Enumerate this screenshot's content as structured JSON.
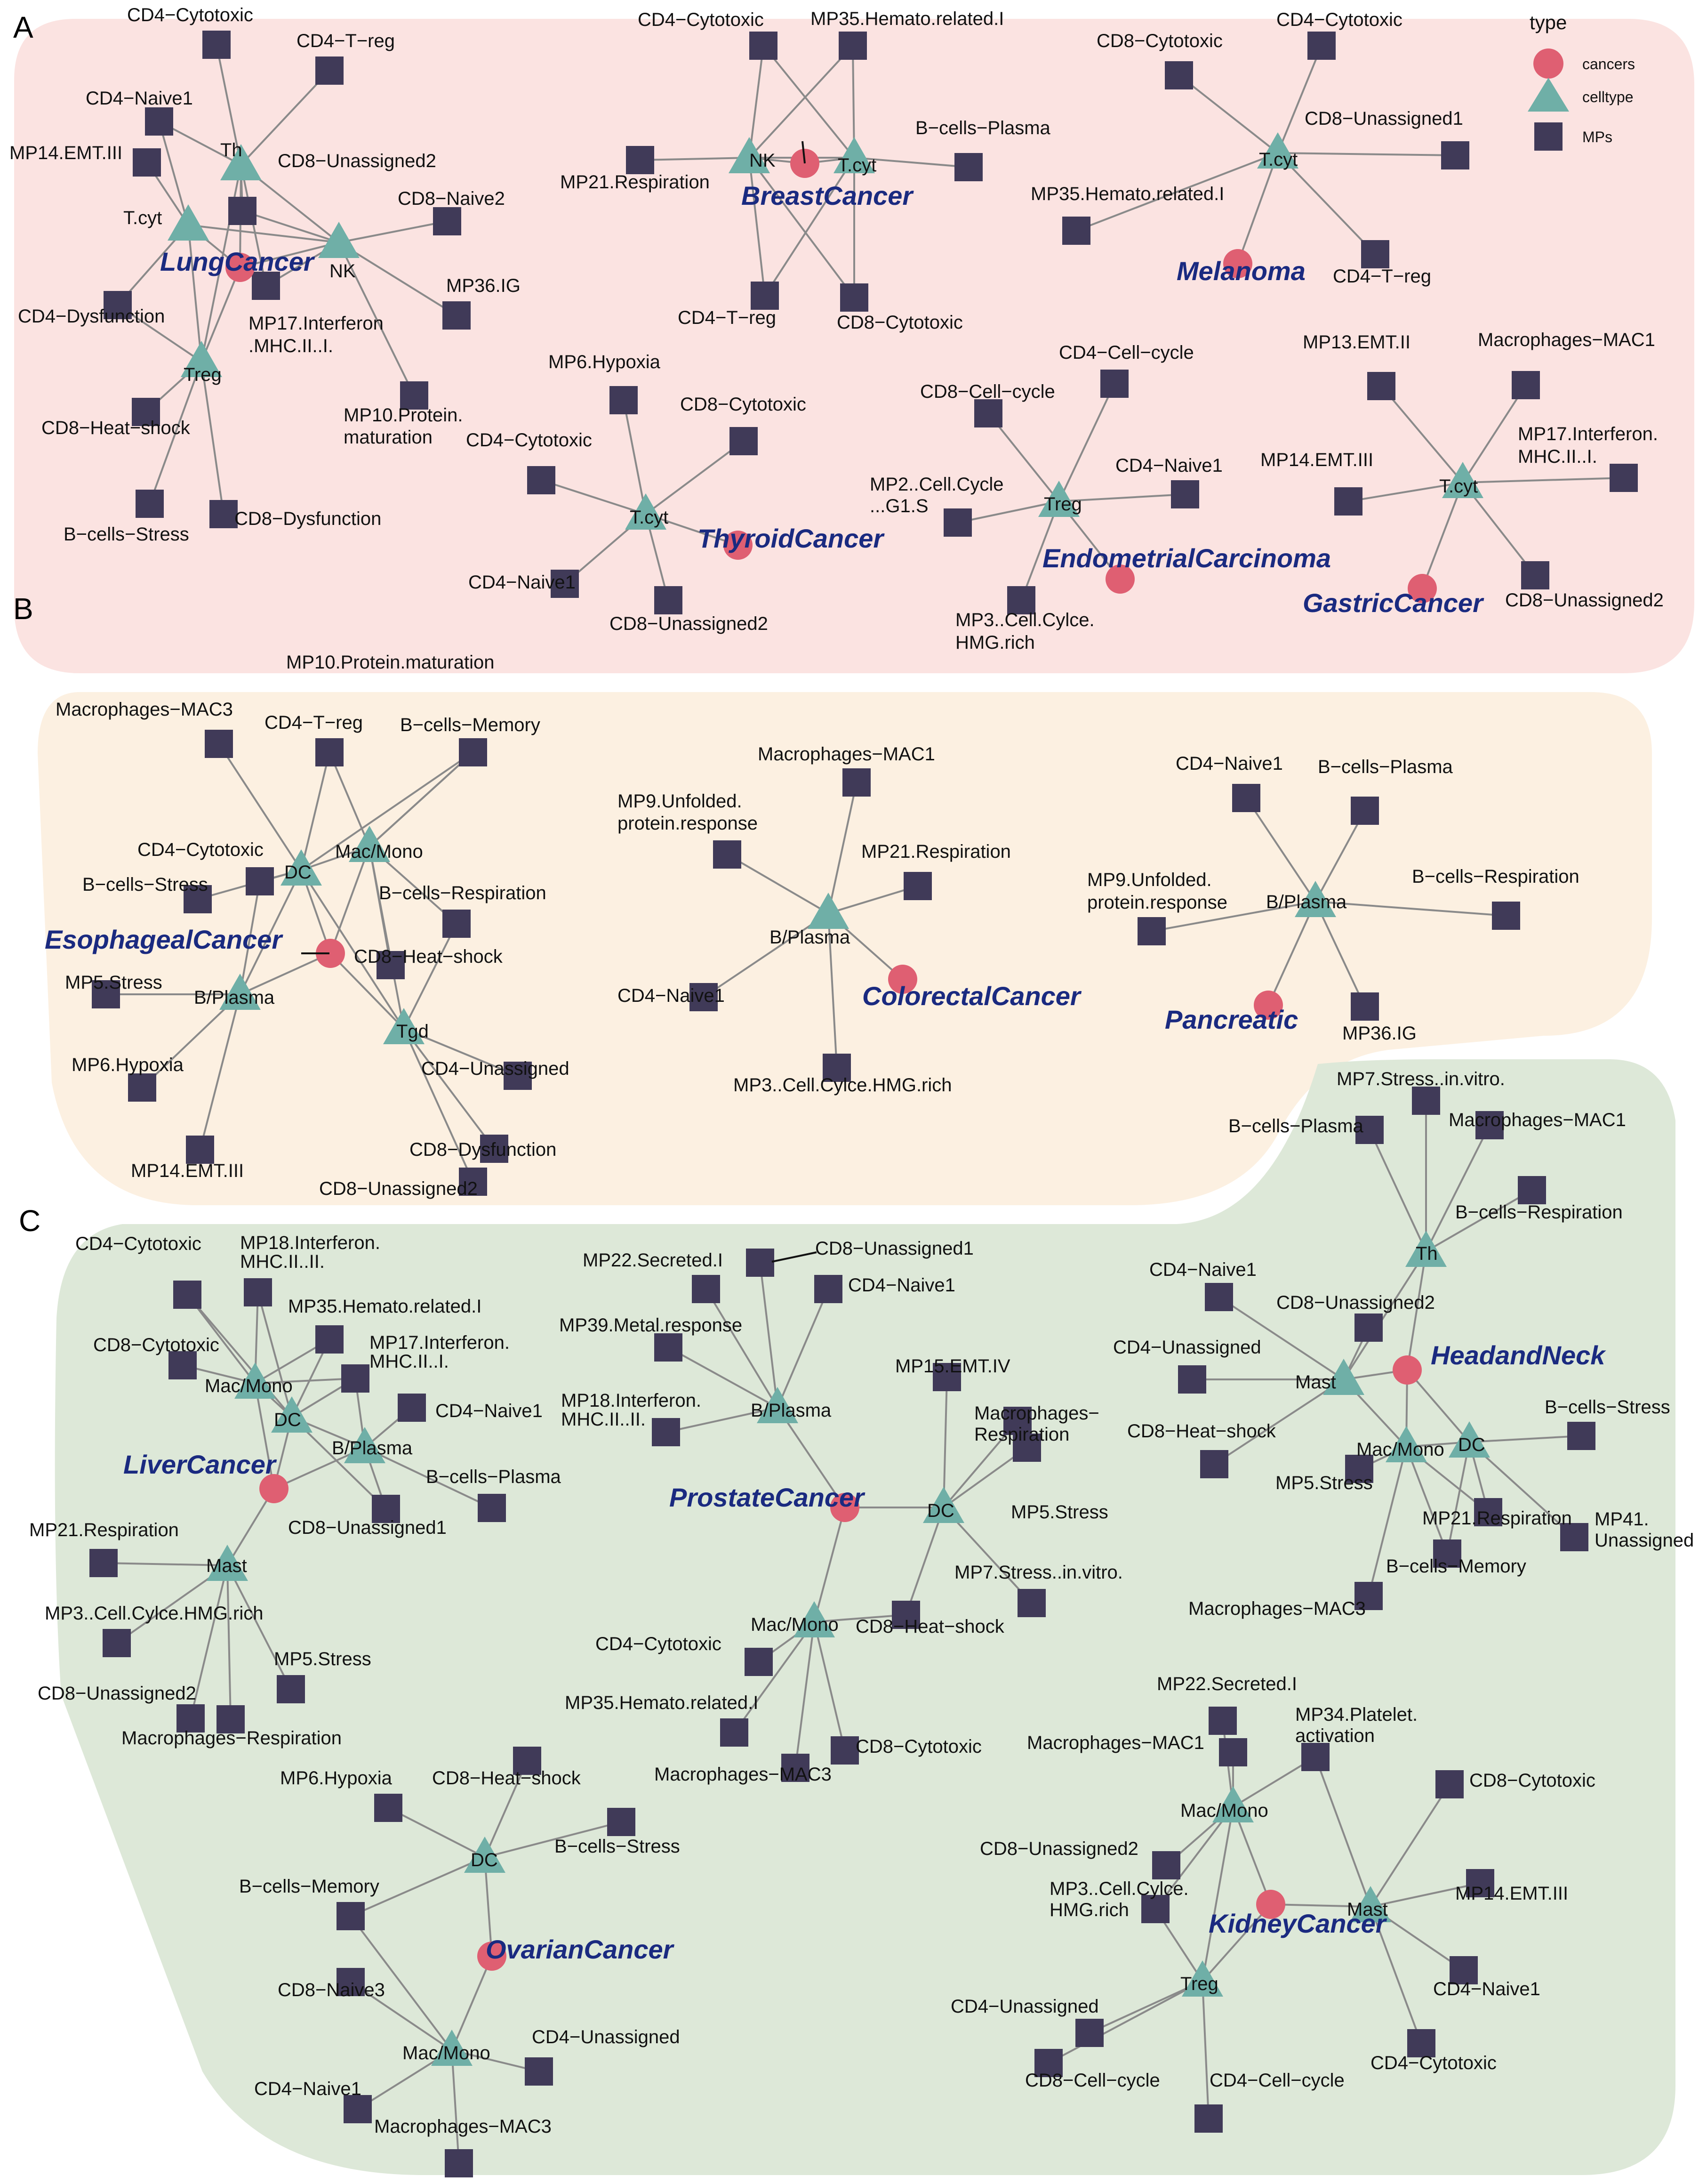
{
  "legend": {
    "title": "type",
    "items": [
      {
        "shape": "circle",
        "label": "cancers"
      },
      {
        "shape": "triangle",
        "label": "celltype"
      },
      {
        "shape": "square",
        "label": "MPs"
      }
    ]
  },
  "colors": {
    "cancer": "#df5f72",
    "celltype": "#6fafa7",
    "mp": "#403a58",
    "edge": "#8a8a8a",
    "cancer_label": "#1a2a80",
    "panel_A": "#fbe3e1",
    "panel_B": "#fcf0e1",
    "panel_C": "#dde8d8"
  },
  "panels": [
    {
      "id": "A",
      "label": "A"
    },
    {
      "id": "B",
      "label": "B"
    },
    {
      "id": "C",
      "label": "C"
    }
  ],
  "networks": [
    {
      "id": "lung",
      "cancer": {
        "label": "LungCancer"
      },
      "celltypes": [
        {
          "id": "th",
          "label": "Th"
        },
        {
          "id": "tcyt",
          "label": "T.cyt"
        },
        {
          "id": "nk",
          "label": "NK"
        },
        {
          "id": "treg",
          "label": "Treg"
        }
      ],
      "mps": [
        {
          "id": "cd4cyto",
          "label": "CD4−Cytotoxic"
        },
        {
          "id": "cd4treg",
          "label": "CD4−T−reg"
        },
        {
          "id": "cd4naive1",
          "label": "CD4−Naive1"
        },
        {
          "id": "mp14",
          "label": "MP14.EMT.III"
        },
        {
          "id": "cd8un2",
          "label": "CD8−Unassigned2"
        },
        {
          "id": "cd8naive2",
          "label": "CD8−Naive2"
        },
        {
          "id": "mp36",
          "label": "MP36.IG"
        },
        {
          "id": "cd4dys",
          "label": "CD4−Dysfunction"
        },
        {
          "id": "mp17",
          "label": "MP17.Interferon .MHC.II..I."
        },
        {
          "id": "mp10",
          "label": "MP10.Protein. maturation"
        },
        {
          "id": "cd8heat",
          "label": "CD8−Heat−shock"
        },
        {
          "id": "bstress",
          "label": "B−cells−Stress"
        },
        {
          "id": "cd8dys",
          "label": "CD8−Dysfunction"
        }
      ]
    },
    {
      "id": "breast",
      "cancer": {
        "label": "BreastCancer"
      },
      "celltypes": [
        {
          "id": "nk",
          "label": "NK"
        },
        {
          "id": "tcyt",
          "label": "T.cyt"
        }
      ],
      "mps": [
        {
          "id": "cd4cyto",
          "label": "CD4−Cytotoxic"
        },
        {
          "id": "mp35",
          "label": "MP35.Hemato.related.I"
        },
        {
          "id": "bplasma",
          "label": "B−cells−Plasma"
        },
        {
          "id": "mp21",
          "label": "MP21.Respiration"
        },
        {
          "id": "cd4treg",
          "label": "CD4−T−reg"
        },
        {
          "id": "cd8cyto",
          "label": "CD8−Cytotoxic"
        }
      ]
    },
    {
      "id": "melanoma",
      "cancer": {
        "label": "Melanoma"
      },
      "celltypes": [
        {
          "id": "tcyt",
          "label": "T.cyt"
        }
      ],
      "mps": [
        {
          "id": "cd8cyto",
          "label": "CD8−Cytotoxic"
        },
        {
          "id": "cd4cyto",
          "label": "CD4−Cytotoxic"
        },
        {
          "id": "cd8un1",
          "label": "CD8−Unassigned1"
        },
        {
          "id": "mp35",
          "label": "MP35.Hemato.related.I"
        },
        {
          "id": "cd4treg",
          "label": "CD4−T−reg"
        }
      ]
    },
    {
      "id": "thyroid",
      "cancer": {
        "label": "ThyroidCancer"
      },
      "celltypes": [
        {
          "id": "tcyt",
          "label": "T.cyt"
        }
      ],
      "mps": [
        {
          "id": "mp6",
          "label": "MP6.Hypoxia"
        },
        {
          "id": "cd8cyto",
          "label": "CD8−Cytotoxic"
        },
        {
          "id": "cd4cyto",
          "label": "CD4−Cytotoxic"
        },
        {
          "id": "cd4naive1",
          "label": "CD4−Naive1"
        },
        {
          "id": "cd8un2",
          "label": "CD8−Unassigned2"
        }
      ]
    },
    {
      "id": "endometrial",
      "cancer": {
        "label": "EndometrialCarcinoma"
      },
      "celltypes": [
        {
          "id": "treg",
          "label": "Treg"
        }
      ],
      "mps": [
        {
          "id": "cd4cc",
          "label": "CD4−Cell−cycle"
        },
        {
          "id": "cd8cc",
          "label": "CD8−Cell−cycle"
        },
        {
          "id": "cd4naive1",
          "label": "CD4−Naive1"
        },
        {
          "id": "mp2",
          "label": "MP2..Cell.Cycle ...G1.S"
        },
        {
          "id": "mp3",
          "label": "MP3..Cell.Cylce. HMG.rich"
        }
      ]
    },
    {
      "id": "gastric",
      "cancer": {
        "label": "GastricCancer"
      },
      "celltypes": [
        {
          "id": "tcyt",
          "label": "T.cyt"
        }
      ],
      "mps": [
        {
          "id": "mp13",
          "label": "MP13.EMT.II"
        },
        {
          "id": "mac1",
          "label": "Macrophages−MAC1"
        },
        {
          "id": "mp14",
          "label": "MP14.EMT.III"
        },
        {
          "id": "mp17",
          "label": "MP17.Interferon. MHC.II..I."
        },
        {
          "id": "cd8un2",
          "label": "CD8−Unassigned2"
        }
      ]
    },
    {
      "id": "esophageal",
      "cancer": {
        "label": "EsophagealCancer"
      },
      "celltypes": [
        {
          "id": "dc",
          "label": "DC"
        },
        {
          "id": "macmono",
          "label": "Mac/Mono"
        },
        {
          "id": "bplasma",
          "label": "B/Plasma"
        },
        {
          "id": "tgd",
          "label": "Tgd"
        }
      ],
      "mps": [
        {
          "id": "mp10",
          "label": "MP10.Protein.maturation"
        },
        {
          "id": "mac3",
          "label": "Macrophages−MAC3"
        },
        {
          "id": "cd4treg",
          "label": "CD4−T−reg"
        },
        {
          "id": "bmem",
          "label": "B−cells−Memory"
        },
        {
          "id": "cd4cyto",
          "label": "CD4−Cytotoxic"
        },
        {
          "id": "bstress",
          "label": "B−cells−Stress"
        },
        {
          "id": "bresp",
          "label": "B−cells−Respiration"
        },
        {
          "id": "cd8heat",
          "label": "CD8−Heat−shock"
        },
        {
          "id": "mp5",
          "label": "MP5.Stress"
        },
        {
          "id": "mp6",
          "label": "MP6.Hypoxia"
        },
        {
          "id": "cd4un",
          "label": "CD4−Unassigned"
        },
        {
          "id": "mp14",
          "label": "MP14.EMT.III"
        },
        {
          "id": "cd8dys",
          "label": "CD8−Dysfunction"
        },
        {
          "id": "cd8un2",
          "label": "CD8−Unassigned2"
        }
      ]
    },
    {
      "id": "colorectal",
      "cancer": {
        "label": "ColorectalCancer"
      },
      "celltypes": [
        {
          "id": "bplasma",
          "label": "B/Plasma"
        }
      ],
      "mps": [
        {
          "id": "mac1",
          "label": "Macrophages−MAC1"
        },
        {
          "id": "mp9",
          "label": "MP9.Unfolded. protein.response"
        },
        {
          "id": "mp21",
          "label": "MP21.Respiration"
        },
        {
          "id": "cd4naive1",
          "label": "CD4−Naive1"
        },
        {
          "id": "mp3",
          "label": "MP3..Cell.Cylce.HMG.rich"
        }
      ]
    },
    {
      "id": "pancreatic",
      "cancer": {
        "label": "Pancreatic"
      },
      "celltypes": [
        {
          "id": "bplasma",
          "label": "B/Plasma"
        }
      ],
      "mps": [
        {
          "id": "cd4naive1",
          "label": "CD4−Naive1"
        },
        {
          "id": "bplasma2",
          "label": "B−cells−Plasma"
        },
        {
          "id": "mp9",
          "label": "MP9.Unfolded. protein.response"
        },
        {
          "id": "bresp",
          "label": "B−cells−Respiration"
        },
        {
          "id": "mp36",
          "label": "MP36.IG"
        }
      ]
    },
    {
      "id": "liver",
      "cancer": {
        "label": "LiverCancer"
      },
      "celltypes": [
        {
          "id": "macmono",
          "label": "Mac/Mono"
        },
        {
          "id": "dc",
          "label": "DC"
        },
        {
          "id": "bplasma",
          "label": "B/Plasma"
        },
        {
          "id": "mast",
          "label": "Mast"
        }
      ],
      "mps": [
        {
          "id": "cd4cyto",
          "label": "CD4−Cytotoxic"
        },
        {
          "id": "mp18",
          "label": "MP18.Interferon. MHC.II..II."
        },
        {
          "id": "mp35",
          "label": "MP35.Hemato.related.I"
        },
        {
          "id": "cd8cyto",
          "label": "CD8−Cytotoxic"
        },
        {
          "id": "mp17",
          "label": "MP17.Interferon. MHC.II..I."
        },
        {
          "id": "cd4naive1",
          "label": "CD4−Naive1"
        },
        {
          "id": "bplasma2",
          "label": "B−cells−Plasma"
        },
        {
          "id": "cd8un1",
          "label": "CD8−Unassigned1"
        },
        {
          "id": "mp21",
          "label": "MP21.Respiration"
        },
        {
          "id": "mp3",
          "label": "MP3..Cell.Cylce.HMG.rich"
        },
        {
          "id": "mp5",
          "label": "MP5.Stress"
        },
        {
          "id": "cd8un2",
          "label": "CD8−Unassigned2"
        },
        {
          "id": "macresp",
          "label": "Macrophages−Respiration"
        }
      ]
    },
    {
      "id": "prostate",
      "cancer": {
        "label": "ProstateCancer"
      },
      "celltypes": [
        {
          "id": "bplasma",
          "label": "B/Plasma"
        },
        {
          "id": "dc",
          "label": "DC"
        },
        {
          "id": "macmono",
          "label": "Mac/Mono"
        }
      ],
      "mps": [
        {
          "id": "cd8un1",
          "label": "CD8−Unassigned1"
        },
        {
          "id": "mp22",
          "label": "MP22.Secreted.I"
        },
        {
          "id": "cd4naive1",
          "label": "CD4−Naive1"
        },
        {
          "id": "mp39",
          "label": "MP39.Metal.response"
        },
        {
          "id": "mp18",
          "label": "MP18.Interferon. MHC.II..II."
        },
        {
          "id": "mp15",
          "label": "MP15.EMT.IV"
        },
        {
          "id": "macresp",
          "label": "Macrophages− Respiration"
        },
        {
          "id": "mp5",
          "label": "MP5.Stress"
        },
        {
          "id": "mp7",
          "label": "MP7.Stress..in.vitro."
        },
        {
          "id": "cd8heat",
          "label": "CD8−Heat−shock"
        },
        {
          "id": "cd4cyto",
          "label": "CD4−Cytotoxic"
        },
        {
          "id": "mp35",
          "label": "MP35.Hemato.related.I"
        },
        {
          "id": "cd8cyto",
          "label": "CD8−Cytotoxic"
        },
        {
          "id": "mac3",
          "label": "Macrophages−MAC3"
        }
      ]
    },
    {
      "id": "headneck",
      "cancer": {
        "label": "HeadandNeck"
      },
      "celltypes": [
        {
          "id": "th",
          "label": "Th"
        },
        {
          "id": "mast",
          "label": "Mast"
        },
        {
          "id": "macmono",
          "label": "Mac/Mono"
        },
        {
          "id": "dc",
          "label": "DC"
        }
      ],
      "mps": [
        {
          "id": "mp7",
          "label": "MP7.Stress..in.vitro."
        },
        {
          "id": "bplasma2",
          "label": "B−cells−Plasma"
        },
        {
          "id": "mac1",
          "label": "Macrophages−MAC1"
        },
        {
          "id": "bresp",
          "label": "B−cells−Respiration"
        },
        {
          "id": "cd4naive1",
          "label": "CD4−Naive1"
        },
        {
          "id": "cd8un2",
          "label": "CD8−Unassigned2"
        },
        {
          "id": "cd4un",
          "label": "CD4−Unassigned"
        },
        {
          "id": "cd8heat",
          "label": "CD8−Heat−shock"
        },
        {
          "id": "bstress",
          "label": "B−cells−Stress"
        },
        {
          "id": "mp5",
          "label": "MP5.Stress"
        },
        {
          "id": "mp21",
          "label": "MP21.Respiration"
        },
        {
          "id": "mp41",
          "label": "MP41. Unassigned"
        },
        {
          "id": "bmem",
          "label": "B−cells−Memory"
        },
        {
          "id": "mac3",
          "label": "Macrophages−MAC3"
        }
      ]
    },
    {
      "id": "ovarian",
      "cancer": {
        "label": "OvarianCancer"
      },
      "celltypes": [
        {
          "id": "dc",
          "label": "DC"
        },
        {
          "id": "macmono",
          "label": "Mac/Mono"
        }
      ],
      "mps": [
        {
          "id": "mp6",
          "label": "MP6.Hypoxia"
        },
        {
          "id": "cd8heat",
          "label": "CD8−Heat−shock"
        },
        {
          "id": "bstress",
          "label": "B−cells−Stress"
        },
        {
          "id": "bmem",
          "label": "B−cells−Memory"
        },
        {
          "id": "cd8naive3",
          "label": "CD8−Naive3"
        },
        {
          "id": "cd4un",
          "label": "CD4−Unassigned"
        },
        {
          "id": "cd4naive1",
          "label": "CD4−Naive1"
        },
        {
          "id": "mac3",
          "label": "Macrophages−MAC3"
        }
      ]
    },
    {
      "id": "kidney",
      "cancer": {
        "label": "KidneyCancer"
      },
      "celltypes": [
        {
          "id": "macmono",
          "label": "Mac/Mono"
        },
        {
          "id": "mast",
          "label": "Mast"
        },
        {
          "id": "treg",
          "label": "Treg"
        }
      ],
      "mps": [
        {
          "id": "mp22",
          "label": "MP22.Secreted.I"
        },
        {
          "id": "mac1",
          "label": "Macrophages−MAC1"
        },
        {
          "id": "mp34",
          "label": "MP34.Platelet. activation"
        },
        {
          "id": "cd8cyto",
          "label": "CD8−Cytotoxic"
        },
        {
          "id": "cd8un2",
          "label": "CD8−Unassigned2"
        },
        {
          "id": "mp3",
          "label": "MP3..Cell.Cylce. HMG.rich"
        },
        {
          "id": "mp14",
          "label": "MP14.EMT.III"
        },
        {
          "id": "cd4naive1",
          "label": "CD4−Naive1"
        },
        {
          "id": "cd4un",
          "label": "CD4−Unassigned"
        },
        {
          "id": "cd4cyto",
          "label": "CD4−Cytotoxic"
        },
        {
          "id": "cd8cc",
          "label": "CD8−Cell−cycle"
        },
        {
          "id": "cd4cc",
          "label": "CD4−Cell−cycle"
        }
      ]
    }
  ]
}
